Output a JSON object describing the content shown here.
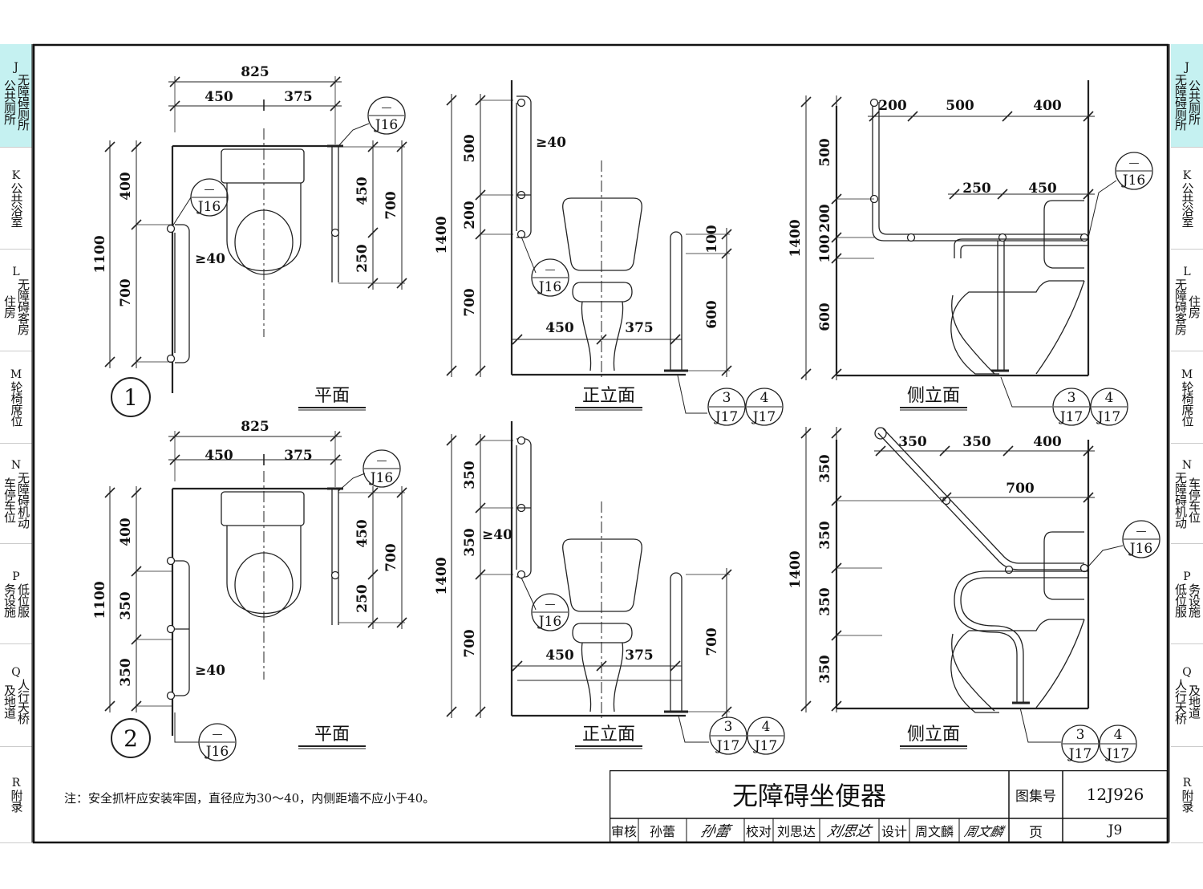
{
  "side_tabs": [
    {
      "code": "J",
      "cols": [
        "无障碍厕所",
        "公共厕所"
      ],
      "active": true
    },
    {
      "code": "K",
      "cols": [
        "公共浴室"
      ],
      "active": false
    },
    {
      "code": "L",
      "cols": [
        "无障碍客房",
        "住房"
      ],
      "active": false
    },
    {
      "code": "M",
      "cols": [
        "轮椅席位"
      ],
      "active": false
    },
    {
      "code": "N",
      "cols": [
        "无障碍机动",
        "车停车位"
      ],
      "active": false
    },
    {
      "code": "P",
      "cols": [
        "低位服",
        "务设施"
      ],
      "active": false
    },
    {
      "code": "Q",
      "cols": [
        "人行天桥",
        "及地道"
      ],
      "active": false
    },
    {
      "code": "R",
      "cols": [
        "附录"
      ],
      "active": false
    }
  ],
  "detail_markers": {
    "one": "1",
    "two": "2"
  },
  "view_labels": {
    "plan": "平面",
    "front": "正立面",
    "side": "侧立面"
  },
  "ref_tags": {
    "dash": "—",
    "j16": "J16",
    "j17": "J17",
    "n3": "3",
    "n4": "4"
  },
  "dims": {
    "825": "825",
    "450": "450",
    "375": "375",
    "400": "400",
    "700": "700",
    "1100": "1100",
    "250": "250",
    "350": "350",
    "500": "500",
    "200": "200",
    "1400": "1400",
    "100": "100",
    "600": "600",
    "ge40": "≥40"
  },
  "note": "注：安全抓杆应安装牢固，直径应为30～40，内侧距墙不应小于40。",
  "title_block": {
    "title": "无障碍坐便器",
    "atlas_label": "图集号",
    "atlas_no": "12J926",
    "page_label": "页",
    "page_no": "J9",
    "review_label": "审核",
    "reviewer": "孙蕾",
    "reviewer_sig": "孙蕾",
    "check_label": "校对",
    "checker": "刘思达",
    "checker_sig": "刘思达",
    "design_label": "设计",
    "designer": "周文麟",
    "designer_sig": "周文麟"
  }
}
